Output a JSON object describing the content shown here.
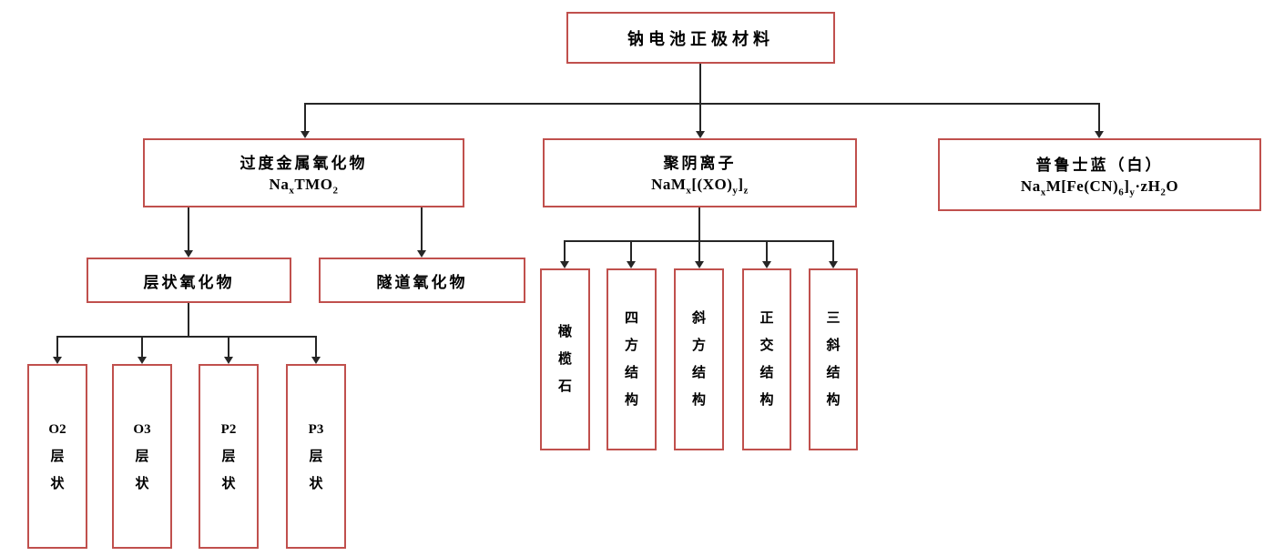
{
  "diagram": {
    "title_root": "钠电池正极材料",
    "branches": [
      {
        "title": "过度金属氧化物",
        "formula": [
          {
            "t": "Na"
          },
          {
            "t": "x",
            "sub": true
          },
          {
            "t": "TMO"
          },
          {
            "t": "2",
            "sub": true
          }
        ]
      },
      {
        "title": "聚阴离子",
        "formula": [
          {
            "t": "NaM"
          },
          {
            "t": "x",
            "sub": true
          },
          {
            "t": "[(XO)"
          },
          {
            "t": "y",
            "sub": true
          },
          {
            "t": "]"
          },
          {
            "t": "z",
            "sub": true
          }
        ]
      },
      {
        "title": "普鲁士蓝（白）",
        "formula": [
          {
            "t": "Na"
          },
          {
            "t": "x",
            "sub": true
          },
          {
            "t": "M[Fe(CN)"
          },
          {
            "t": "6",
            "sub": true
          },
          {
            "t": "]"
          },
          {
            "t": "y",
            "sub": true
          },
          {
            "t": "·zH"
          },
          {
            "t": "2",
            "sub": true
          },
          {
            "t": "O"
          }
        ]
      }
    ],
    "oxide_types": [
      {
        "label": "层状氧化物"
      },
      {
        "label": "隧道氧化物"
      }
    ],
    "layered_types": [
      {
        "label": "O2层状"
      },
      {
        "label": "O3层状"
      },
      {
        "label": "P2层状"
      },
      {
        "label": "P3层状"
      }
    ],
    "polyanion_types": [
      {
        "label": "橄榄石"
      },
      {
        "label": "四方结构"
      },
      {
        "label": "斜方结构"
      },
      {
        "label": "正交结构"
      },
      {
        "label": "三斜结构"
      }
    ],
    "colors": {
      "box_border": "#c0504d",
      "line": "#262626",
      "text": "#000000"
    }
  }
}
